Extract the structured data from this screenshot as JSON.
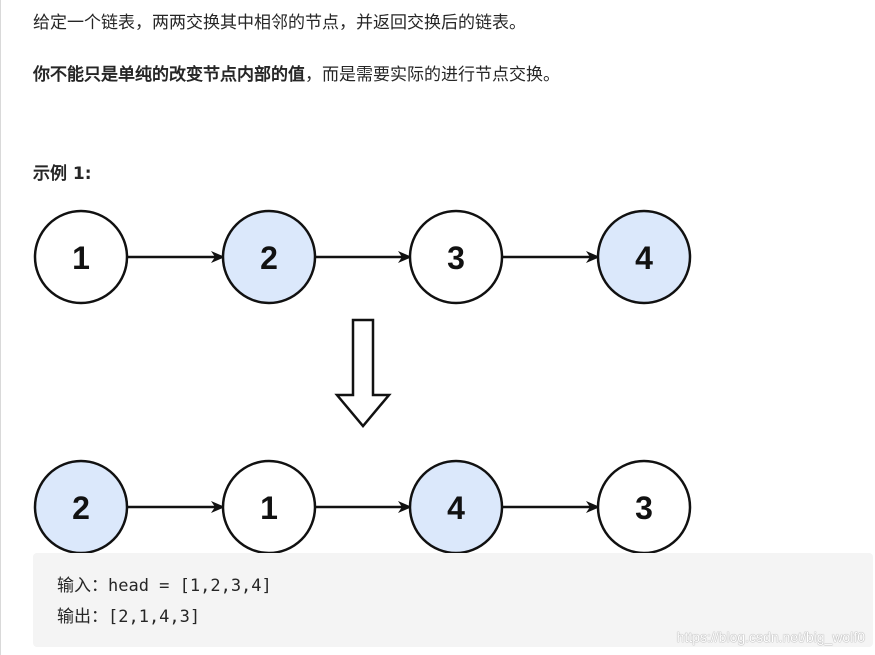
{
  "description": {
    "line1": "给定一个链表，两两交换其中相邻的节点，并返回交换后的链表。",
    "line2_bold": "你不能只是单纯的改变节点内部的值",
    "line2_rest": "，而是需要实际的进行节点交换。"
  },
  "example": {
    "title": "示例 1:",
    "before": [
      "1",
      "2",
      "3",
      "4"
    ],
    "after": [
      "2",
      "1",
      "4",
      "3"
    ],
    "highlight_fill": "#dbe8fb",
    "plain_fill": "#ffffff",
    "stroke": "#111111",
    "input_line": "输入：head = [1,2,3,4]",
    "output_line": "输出：[2,1,4,3]"
  },
  "watermark": "https://blog.csdn.net/big_wolf0"
}
